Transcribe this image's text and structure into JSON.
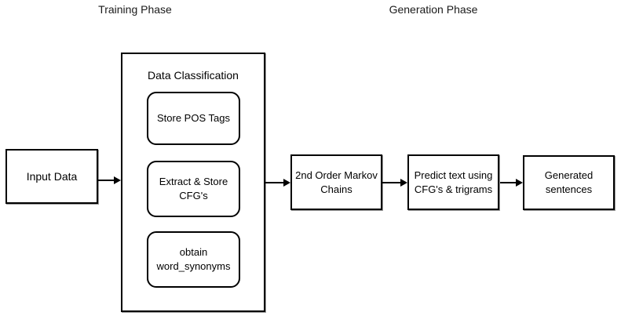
{
  "diagram": {
    "phases": [
      {
        "label": "Training Phase"
      },
      {
        "label": "Generation Phase"
      }
    ],
    "nodes": {
      "input": {
        "label": "Input Data"
      },
      "classification": {
        "title": "Data Classification",
        "steps": [
          {
            "label": "Store POS Tags"
          },
          {
            "label": "Extract & Store\nCFG's"
          },
          {
            "label": "obtain\nword_synonyms"
          }
        ]
      },
      "markov": {
        "label": "2nd Order Markov\nChains"
      },
      "predict": {
        "label": "Predict text using\nCFG's & trigrams"
      },
      "generated": {
        "label": "Generated\nsentences"
      }
    },
    "colors": {
      "stroke": "#000000",
      "background": "#ffffff",
      "text": "#000000"
    }
  }
}
